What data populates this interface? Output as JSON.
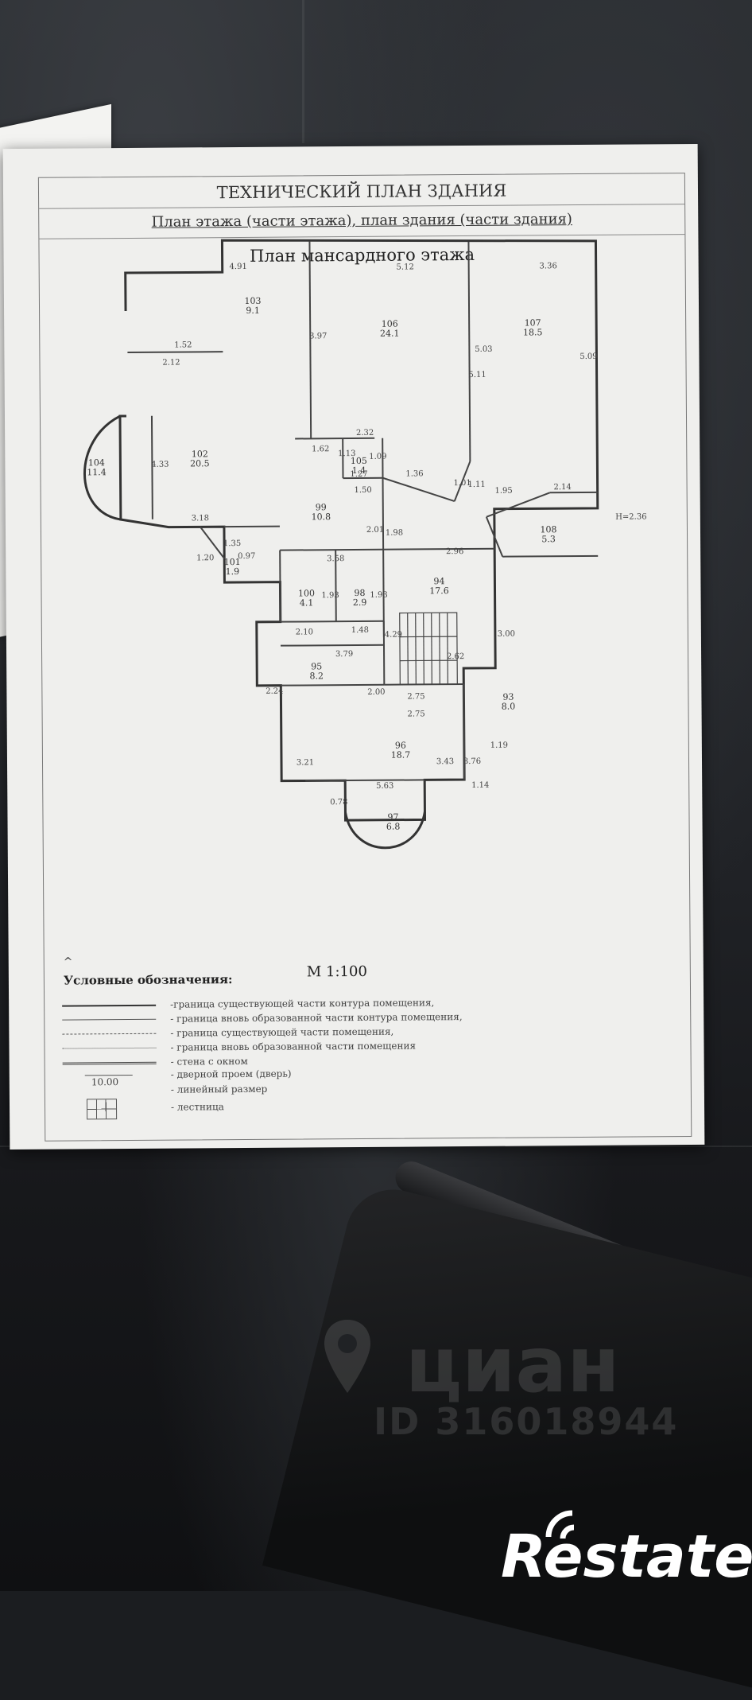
{
  "document": {
    "title": "ТЕХНИЧЕСКИЙ ПЛАН ЗДАНИЯ",
    "subtitle": "План этажа (части этажа), план здания (части здания)",
    "plan_title": "План мансардного этажа",
    "scale": "М 1:100"
  },
  "rooms": [
    {
      "id": "103",
      "area": "9.1"
    },
    {
      "id": "106",
      "area": "24.1"
    },
    {
      "id": "107",
      "area": "18.5"
    },
    {
      "id": "104",
      "area": "11.4"
    },
    {
      "id": "102",
      "area": "20.5"
    },
    {
      "id": "105",
      "area": "1.4"
    },
    {
      "id": "99",
      "area": "10.8"
    },
    {
      "id": "101",
      "area": "1.9"
    },
    {
      "id": "94",
      "area": "17.6"
    },
    {
      "id": "108",
      "area": "5.3"
    },
    {
      "id": "100",
      "area": "4.1"
    },
    {
      "id": "98",
      "area": "2.9"
    },
    {
      "id": "95",
      "area": "8.2"
    },
    {
      "id": "93",
      "area": "8.0"
    },
    {
      "id": "96",
      "area": "18.7"
    },
    {
      "id": "97",
      "area": "6.8"
    }
  ],
  "dimensions": [
    "4.91",
    "5.12",
    "3.36",
    "1.52",
    "2.12",
    "3.97",
    "5.03",
    "5.11",
    "5.09",
    "4.33",
    "2.32",
    "1.62",
    "1.13",
    "1.09",
    "1.27",
    "1.36",
    "1.50",
    "1.01",
    "1.11",
    "1.95",
    "2.14",
    "3.18",
    "1.35",
    "2.01",
    "1.98",
    "1.20",
    "0.97",
    "2.96",
    "3.58",
    "1.93",
    "1.93",
    "2.10",
    "1.48",
    "4.29",
    "3.79",
    "2.62",
    "2.24",
    "2.00",
    "2.75",
    "2.75",
    "3.00",
    "3.21",
    "3.43",
    "3.76",
    "1.19",
    "5.63",
    "1.14",
    "0.78",
    "H=2.36"
  ],
  "legend": {
    "title": "Условные обозначения:",
    "items": [
      "-граница существующей части контура помещения,",
      "- граница вновь образованной части контура помещения,",
      "- граница существующей части помещения,",
      "- граница вновь образованной части помещения",
      "- стена с окном",
      "- дверной проем (дверь)",
      "- линейный размер",
      "- лестница"
    ],
    "length_example": "10.00"
  },
  "watermark": {
    "brand": "циан",
    "id": "ID 316018944"
  },
  "logo": {
    "text": "Restate"
  }
}
